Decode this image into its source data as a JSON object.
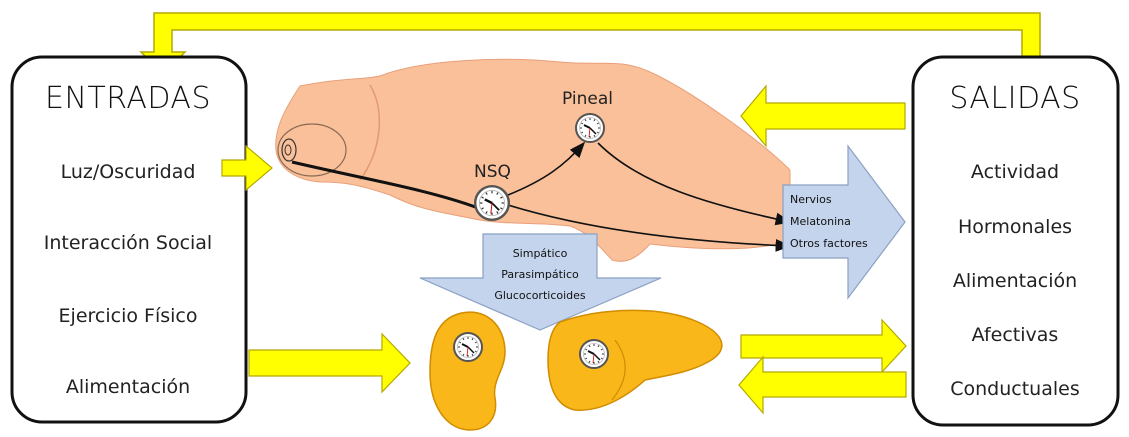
{
  "inputs": {
    "title": "ENTRADAS",
    "items": [
      "Luz/Oscuridad",
      "Interacción Social",
      "Ejercicio Físico",
      "Alimentación"
    ]
  },
  "outputs": {
    "title": "SALIDAS",
    "items": [
      "Actividad",
      "Hormonales",
      "Alimentación",
      "Afectivas",
      "Conductuales"
    ]
  },
  "brain": {
    "pineal_label": "Pineal",
    "nsq_label": "NSQ"
  },
  "brain_outputs": [
    "Nervios",
    "Melatonina",
    "Otros factores"
  ],
  "autonomic": [
    "Simpático",
    "Parasimpático",
    "Glucocorticoides"
  ],
  "colors": {
    "arrow_yellow": "#ffff00",
    "arrow_outline": "#b5a800",
    "brain": "#f9c09a",
    "organ": "#f9b71a",
    "organ_outline": "#d18c00",
    "blue_arrow": "#c4d4ec"
  }
}
